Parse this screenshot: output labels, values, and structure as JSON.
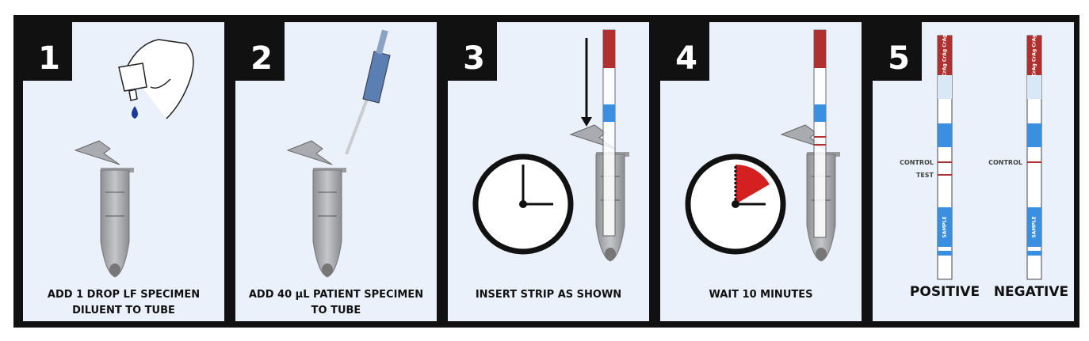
{
  "title": "Lateral flow test procedure",
  "colors": {
    "panel_bg": "#eaf1fa",
    "frame": "#111111",
    "strip_blue": "#3a8fe0",
    "strip_red": "#b03030",
    "timer_red": "#d42020"
  },
  "steps": [
    {
      "number": "1",
      "line1": "ADD 1 DROP LF SPECIMEN",
      "line2": "DILUENT TO TUBE"
    },
    {
      "number": "2",
      "line1": "ADD 40 µL PATIENT SPECIMEN",
      "line2": "TO TUBE"
    },
    {
      "number": "3",
      "line1": "INSERT STRIP AS SHOWN",
      "line2": ""
    },
    {
      "number": "4",
      "line1": "WAIT 10 MINUTES",
      "line2": ""
    },
    {
      "number": "5",
      "line1": "",
      "line2": ""
    }
  ],
  "results": {
    "positive": {
      "label": "POSITIVE",
      "control": "CONTROL",
      "test": "TEST"
    },
    "negative": {
      "label": "NEGATIVE",
      "control": "CONTROL"
    }
  },
  "strip_text": {
    "top": "CrAg CrAg CrAg",
    "sample": "SAMPLE"
  }
}
